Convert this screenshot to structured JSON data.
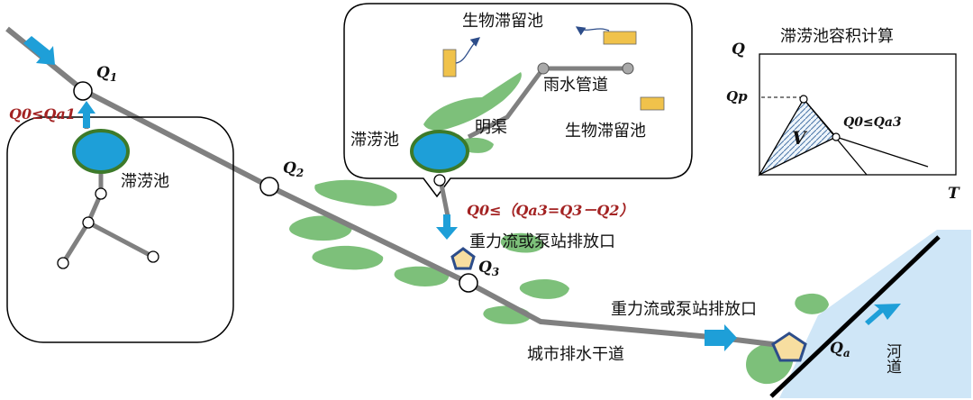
{
  "labels": {
    "q1": "Q",
    "q1_sub": "1",
    "q2": "Q",
    "q2_sub": "2",
    "q3": "Q",
    "q3_sub": "3",
    "qa": "Q",
    "qa_sub": "a",
    "left_cond": "Q0≤Qa1",
    "left_pond": "滞涝池",
    "callout_bio_top": "生物滞留池",
    "callout_rain_pipe": "雨水管道",
    "callout_channel": "明渠",
    "callout_pond": "滞涝池",
    "callout_bio_right": "生物滞留池",
    "mid_cond": "Q0≤（Qa3=Q3－Q2）",
    "outlet_1": "重力流或泵站排放口",
    "outlet_2": "重力流或泵站排放口",
    "main_drain": "城市排水干道",
    "river": "河道"
  },
  "chart": {
    "title": "滞涝池容积计算",
    "y_axis": "Q",
    "x_axis": "T",
    "peak_label": "Qp",
    "volume_label": "V",
    "cond_label": "Q0≤Qa3"
  },
  "colors": {
    "water_blue": "#1e9fd8",
    "pond_rim": "#3d7a2a",
    "green_area": "#7dc07a",
    "pipe_grey": "#808080",
    "bio_pond": "#f0c24b",
    "river_fill": "#cfe6f7",
    "outlet_fill": "#f7dea0",
    "outlet_stroke": "#2d4d8a",
    "condition_red": "#a32222"
  }
}
